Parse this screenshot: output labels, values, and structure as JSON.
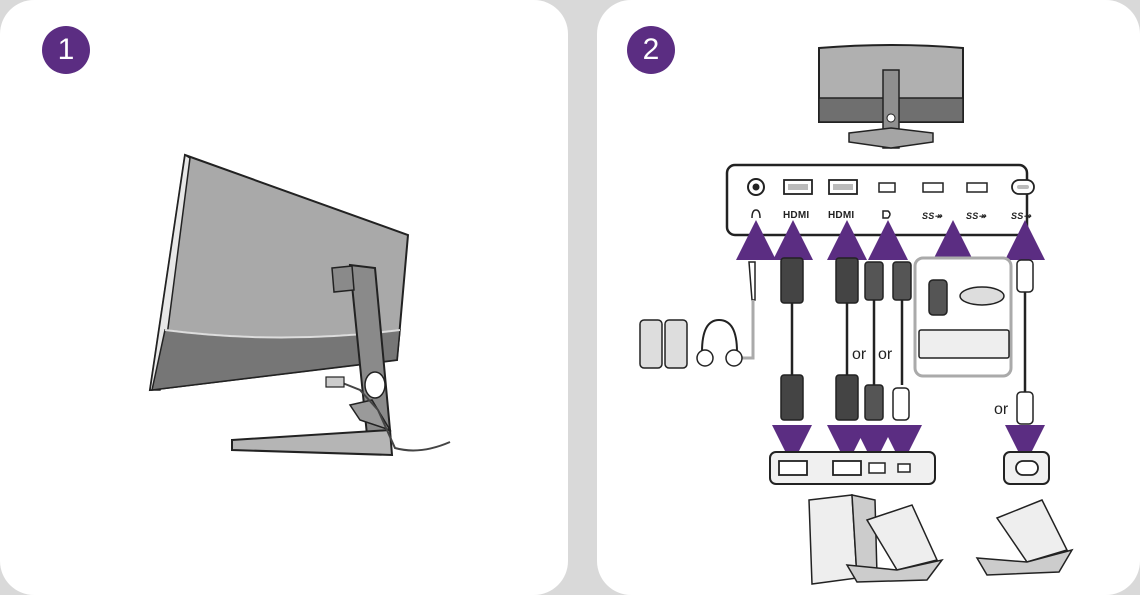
{
  "steps": {
    "first": "1",
    "second": "2"
  },
  "ports": [
    {
      "key": "audio",
      "label": "",
      "icon": "headphone-icon"
    },
    {
      "key": "hdmi1",
      "label": "HDMI"
    },
    {
      "key": "hdmi2",
      "label": "HDMI"
    },
    {
      "key": "dp",
      "label": "",
      "icon": "displayport-icon"
    },
    {
      "key": "usb1",
      "label": "SS↠"
    },
    {
      "key": "usb2",
      "label": "SS↠"
    },
    {
      "key": "usbc",
      "label": "SS↠"
    }
  ],
  "or_labels": {
    "dp_hdmi_a": "or",
    "dp_hdmi_b": "or",
    "usbc": "or"
  },
  "colors": {
    "accent": "#5b2d82",
    "panel": "#ffffff",
    "background": "#d9d9d9"
  }
}
